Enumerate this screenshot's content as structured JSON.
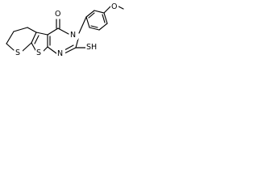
{
  "structure": {
    "labels": {
      "O_methoxy": "O",
      "O_carbonyl": "O",
      "N3": "N",
      "N1": "N",
      "SH": "SH",
      "S_thiophene": "S",
      "S_thiopyran": "S"
    }
  }
}
